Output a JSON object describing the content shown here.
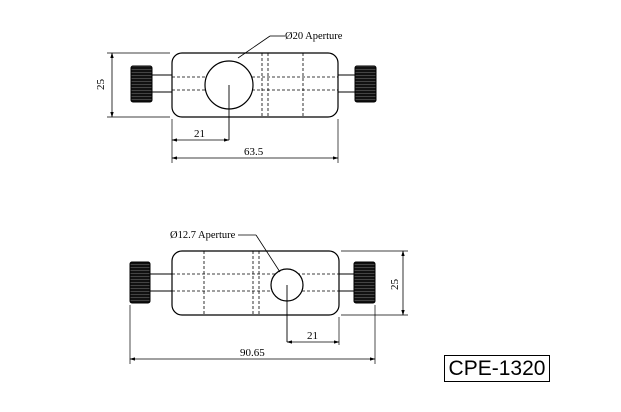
{
  "top_view": {
    "aperture_label": "Ø20 Aperture",
    "height_dim": "25",
    "offset_dim": "21",
    "length_dim": "63.5"
  },
  "bottom_view": {
    "aperture_label": "Ø12.7 Aperture",
    "height_dim": "25",
    "offset_dim": "21",
    "length_dim": "90.65"
  },
  "model_number": "CPE-1320"
}
